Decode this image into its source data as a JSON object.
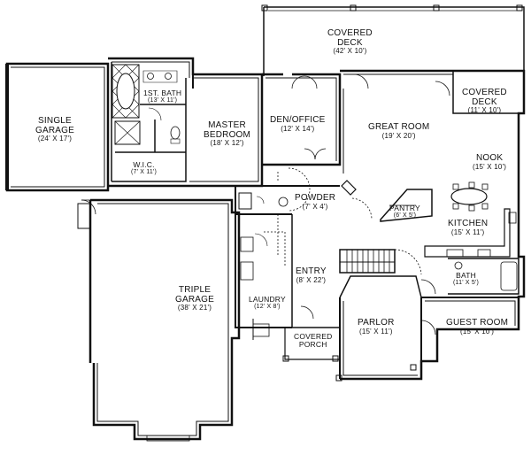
{
  "rooms": {
    "covered_deck_top": {
      "name": "COVERED DECK",
      "name2": "",
      "dims": "(42' X 10')"
    },
    "single_garage": {
      "name": "SINGLE",
      "name2": "GARAGE",
      "dims": "(24' X 17')"
    },
    "first_bath": {
      "name": "1ST. BATH",
      "dims": "(13' X 11')"
    },
    "wic": {
      "name": "W.I.C.",
      "dims": "(7' X 11')"
    },
    "master_bedroom": {
      "name": "MASTER",
      "name2": "BEDROOM",
      "dims": "(18' X 12')"
    },
    "den_office": {
      "name": "DEN/OFFICE",
      "dims": "(12' X 14')"
    },
    "great_room": {
      "name": "GREAT ROOM",
      "dims": "(19' X 20')"
    },
    "covered_deck_right": {
      "name": "COVERED",
      "name2": "DECK",
      "dims": "(11' X 10')"
    },
    "nook": {
      "name": "NOOK",
      "dims": "(15' X 10')"
    },
    "powder": {
      "name": "POWDER",
      "dims": "(7' X 4')"
    },
    "pantry": {
      "name": "PANTRY",
      "dims": "(6' X 5')"
    },
    "kitchen": {
      "name": "KITCHEN",
      "dims": "(15' X 11')"
    },
    "entry": {
      "name": "ENTRY",
      "dims": "(8' X 22')"
    },
    "bath": {
      "name": "BATH",
      "dims": "(11' X 5')"
    },
    "triple_garage": {
      "name": "TRIPLE",
      "name2": "GARAGE",
      "dims": "(38' X 21')"
    },
    "laundry": {
      "name": "LAUNDRY",
      "dims": "(12' X 8')"
    },
    "parlor": {
      "name": "PARLOR",
      "dims": "(15' X 11')"
    },
    "guest_room": {
      "name": "GUEST ROOM",
      "dims": "(15' X 10')"
    },
    "covered_porch": {
      "name": "COVERED",
      "name2": "PORCH",
      "dims": ""
    }
  },
  "colors": {
    "wall": "#111111",
    "background": "#ffffff",
    "fixture": "#333333"
  }
}
